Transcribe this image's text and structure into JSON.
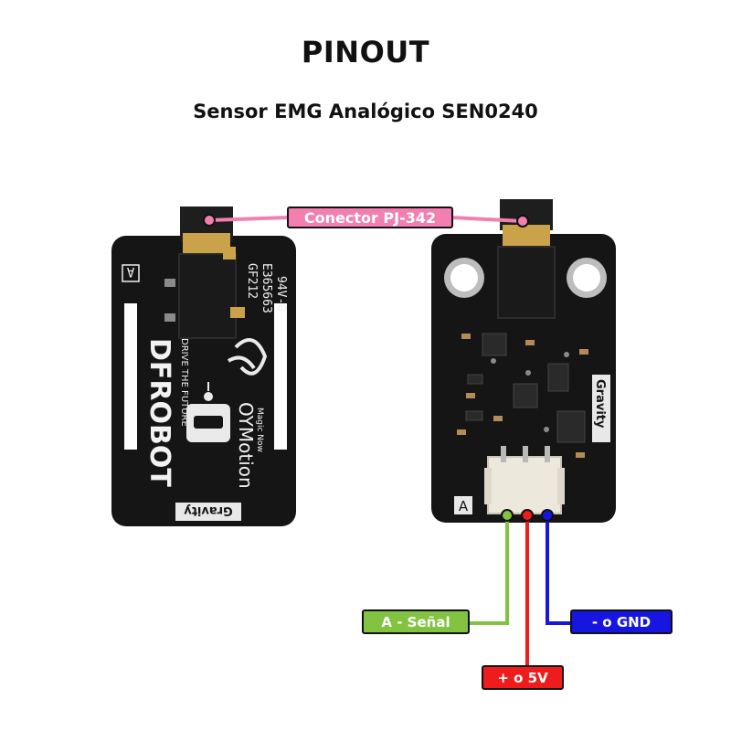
{
  "header": {
    "title": "PINOUT",
    "subtitle": "Sensor EMG Analógico SEN0240"
  },
  "callouts": {
    "connector": "Conector PJ-342",
    "signal": "A - Señal",
    "power": "+ o 5V",
    "ground": "- o GND"
  },
  "silkscreen_back": {
    "brand": "DFROBOT",
    "tagline": "DRIVE THE FUTURE",
    "partner": "OYMotion",
    "partner_tagline": "Magic Now",
    "gravity": "Gravity",
    "codes": [
      "GF212",
      "E365663",
      "94V-0"
    ],
    "pin_letter": "A"
  },
  "silkscreen_front": {
    "gravity": "Gravity",
    "pin_letter": "A"
  },
  "colors": {
    "connector": "#f27fb0",
    "signal": "#82c341",
    "power": "#ee1c1c",
    "ground": "#1616e0",
    "pcb": "#151515"
  }
}
